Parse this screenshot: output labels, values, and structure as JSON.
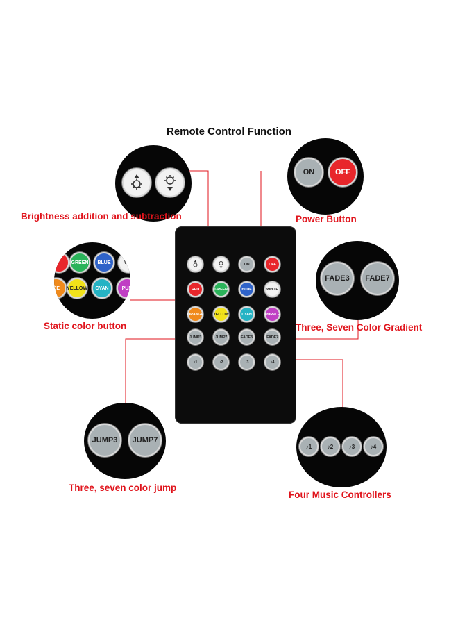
{
  "title": "Remote Control Function",
  "labels": {
    "brightness": "Brightness addition and subtraction",
    "power": "Power Button",
    "static": "Static color button",
    "gradient": "Three, Seven Color Gradient",
    "jump": "Three, seven color jump",
    "music": "Four Music Controllers"
  },
  "colors": {
    "callout": "#e0141c",
    "remote_body": "#0c0c0c",
    "red": "#e8262b",
    "green": "#2bb35a",
    "blue": "#2f63c9",
    "white": "#f2f2f2",
    "orange": "#f08a1c",
    "yellow": "#f2e21a",
    "cyan": "#25b3c4",
    "purple": "#c03fc4",
    "gray": "#a9b1b4"
  },
  "remote": {
    "rows": [
      [
        {
          "icon": "brightness-up-icon",
          "style": "white"
        },
        {
          "icon": "brightness-down-icon",
          "style": "white"
        },
        {
          "text": "ON",
          "style": "gray"
        },
        {
          "text": "OFF",
          "style": "red"
        }
      ],
      [
        {
          "text": "RED",
          "style": "red"
        },
        {
          "text": "GREEN",
          "style": "green"
        },
        {
          "text": "BLUE",
          "style": "blue"
        },
        {
          "text": "WHITE",
          "style": "white"
        }
      ],
      [
        {
          "text": "ORANGE",
          "style": "orange"
        },
        {
          "text": "YELLOW",
          "style": "yellow"
        },
        {
          "text": "CYAN",
          "style": "cyan"
        },
        {
          "text": "PURPLE",
          "style": "purple"
        }
      ],
      [
        {
          "text": "JUMP3",
          "style": "gray"
        },
        {
          "text": "JUMP7",
          "style": "gray"
        },
        {
          "text": "FADE3",
          "style": "gray"
        },
        {
          "text": "FADE7",
          "style": "gray"
        }
      ],
      [
        {
          "text": "♪1",
          "style": "gray"
        },
        {
          "text": "♪2",
          "style": "gray"
        },
        {
          "text": "♪3",
          "style": "gray"
        },
        {
          "text": "♪4",
          "style": "gray"
        }
      ]
    ]
  },
  "zooms": {
    "power": [
      {
        "text": "ON",
        "style": "gray"
      },
      {
        "text": "OFF",
        "style": "red"
      }
    ],
    "static_top": [
      {
        "text": "",
        "style": "red"
      },
      {
        "text": "GREEN",
        "style": "green"
      },
      {
        "text": "BLUE",
        "style": "blue"
      },
      {
        "text": "WH",
        "style": "white"
      }
    ],
    "static_bottom": [
      {
        "text": "GE",
        "style": "orange"
      },
      {
        "text": "YELLOW",
        "style": "yellow"
      },
      {
        "text": "CYAN",
        "style": "cyan"
      },
      {
        "text": "PUR",
        "style": "purple"
      }
    ],
    "gradient": [
      {
        "text": "FADE3",
        "style": "gray"
      },
      {
        "text": "FADE7",
        "style": "gray"
      }
    ],
    "jump": [
      {
        "text": "JUMP3",
        "style": "gray"
      },
      {
        "text": "JUMP7",
        "style": "gray"
      }
    ],
    "music": [
      {
        "text": "♪1"
      },
      {
        "text": "♪2"
      },
      {
        "text": "♪3"
      },
      {
        "text": "♪4"
      }
    ]
  }
}
